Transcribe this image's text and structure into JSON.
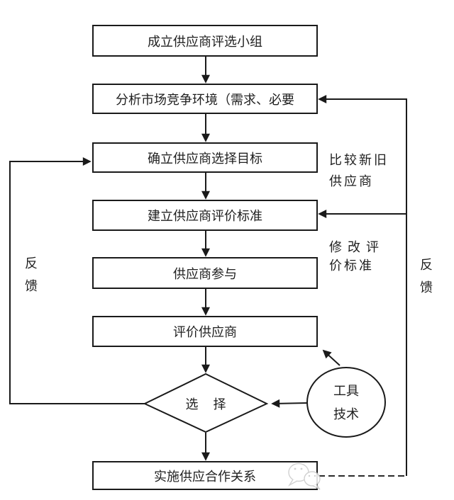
{
  "diagram": {
    "boxes": [
      {
        "label": "成立供应商评选小组"
      },
      {
        "label": "分析市场竞争环境（需求、必要"
      },
      {
        "label": "确立供应商选择目标"
      },
      {
        "label": "建立供应商评价标准"
      },
      {
        "label": "供应商参与"
      },
      {
        "label": "评价供应商"
      },
      {
        "label": "实施供应合作关系"
      }
    ],
    "decision": {
      "label": "选 择"
    },
    "tools_circle": {
      "line1": "工具",
      "line2": "技术"
    },
    "side_labels": {
      "compare": {
        "line1": "比较新旧",
        "line2": "供应商"
      },
      "modify": {
        "line1": "修改评",
        "line2": "价标准"
      },
      "left_feedback": {
        "line1": "反",
        "line2": "馈"
      },
      "right_feedback": {
        "line1": "反",
        "line2": "馈"
      }
    },
    "colors": {
      "stroke": "#1a1a1a",
      "background": "#ffffff",
      "watermark": "#c9c9c9"
    }
  }
}
